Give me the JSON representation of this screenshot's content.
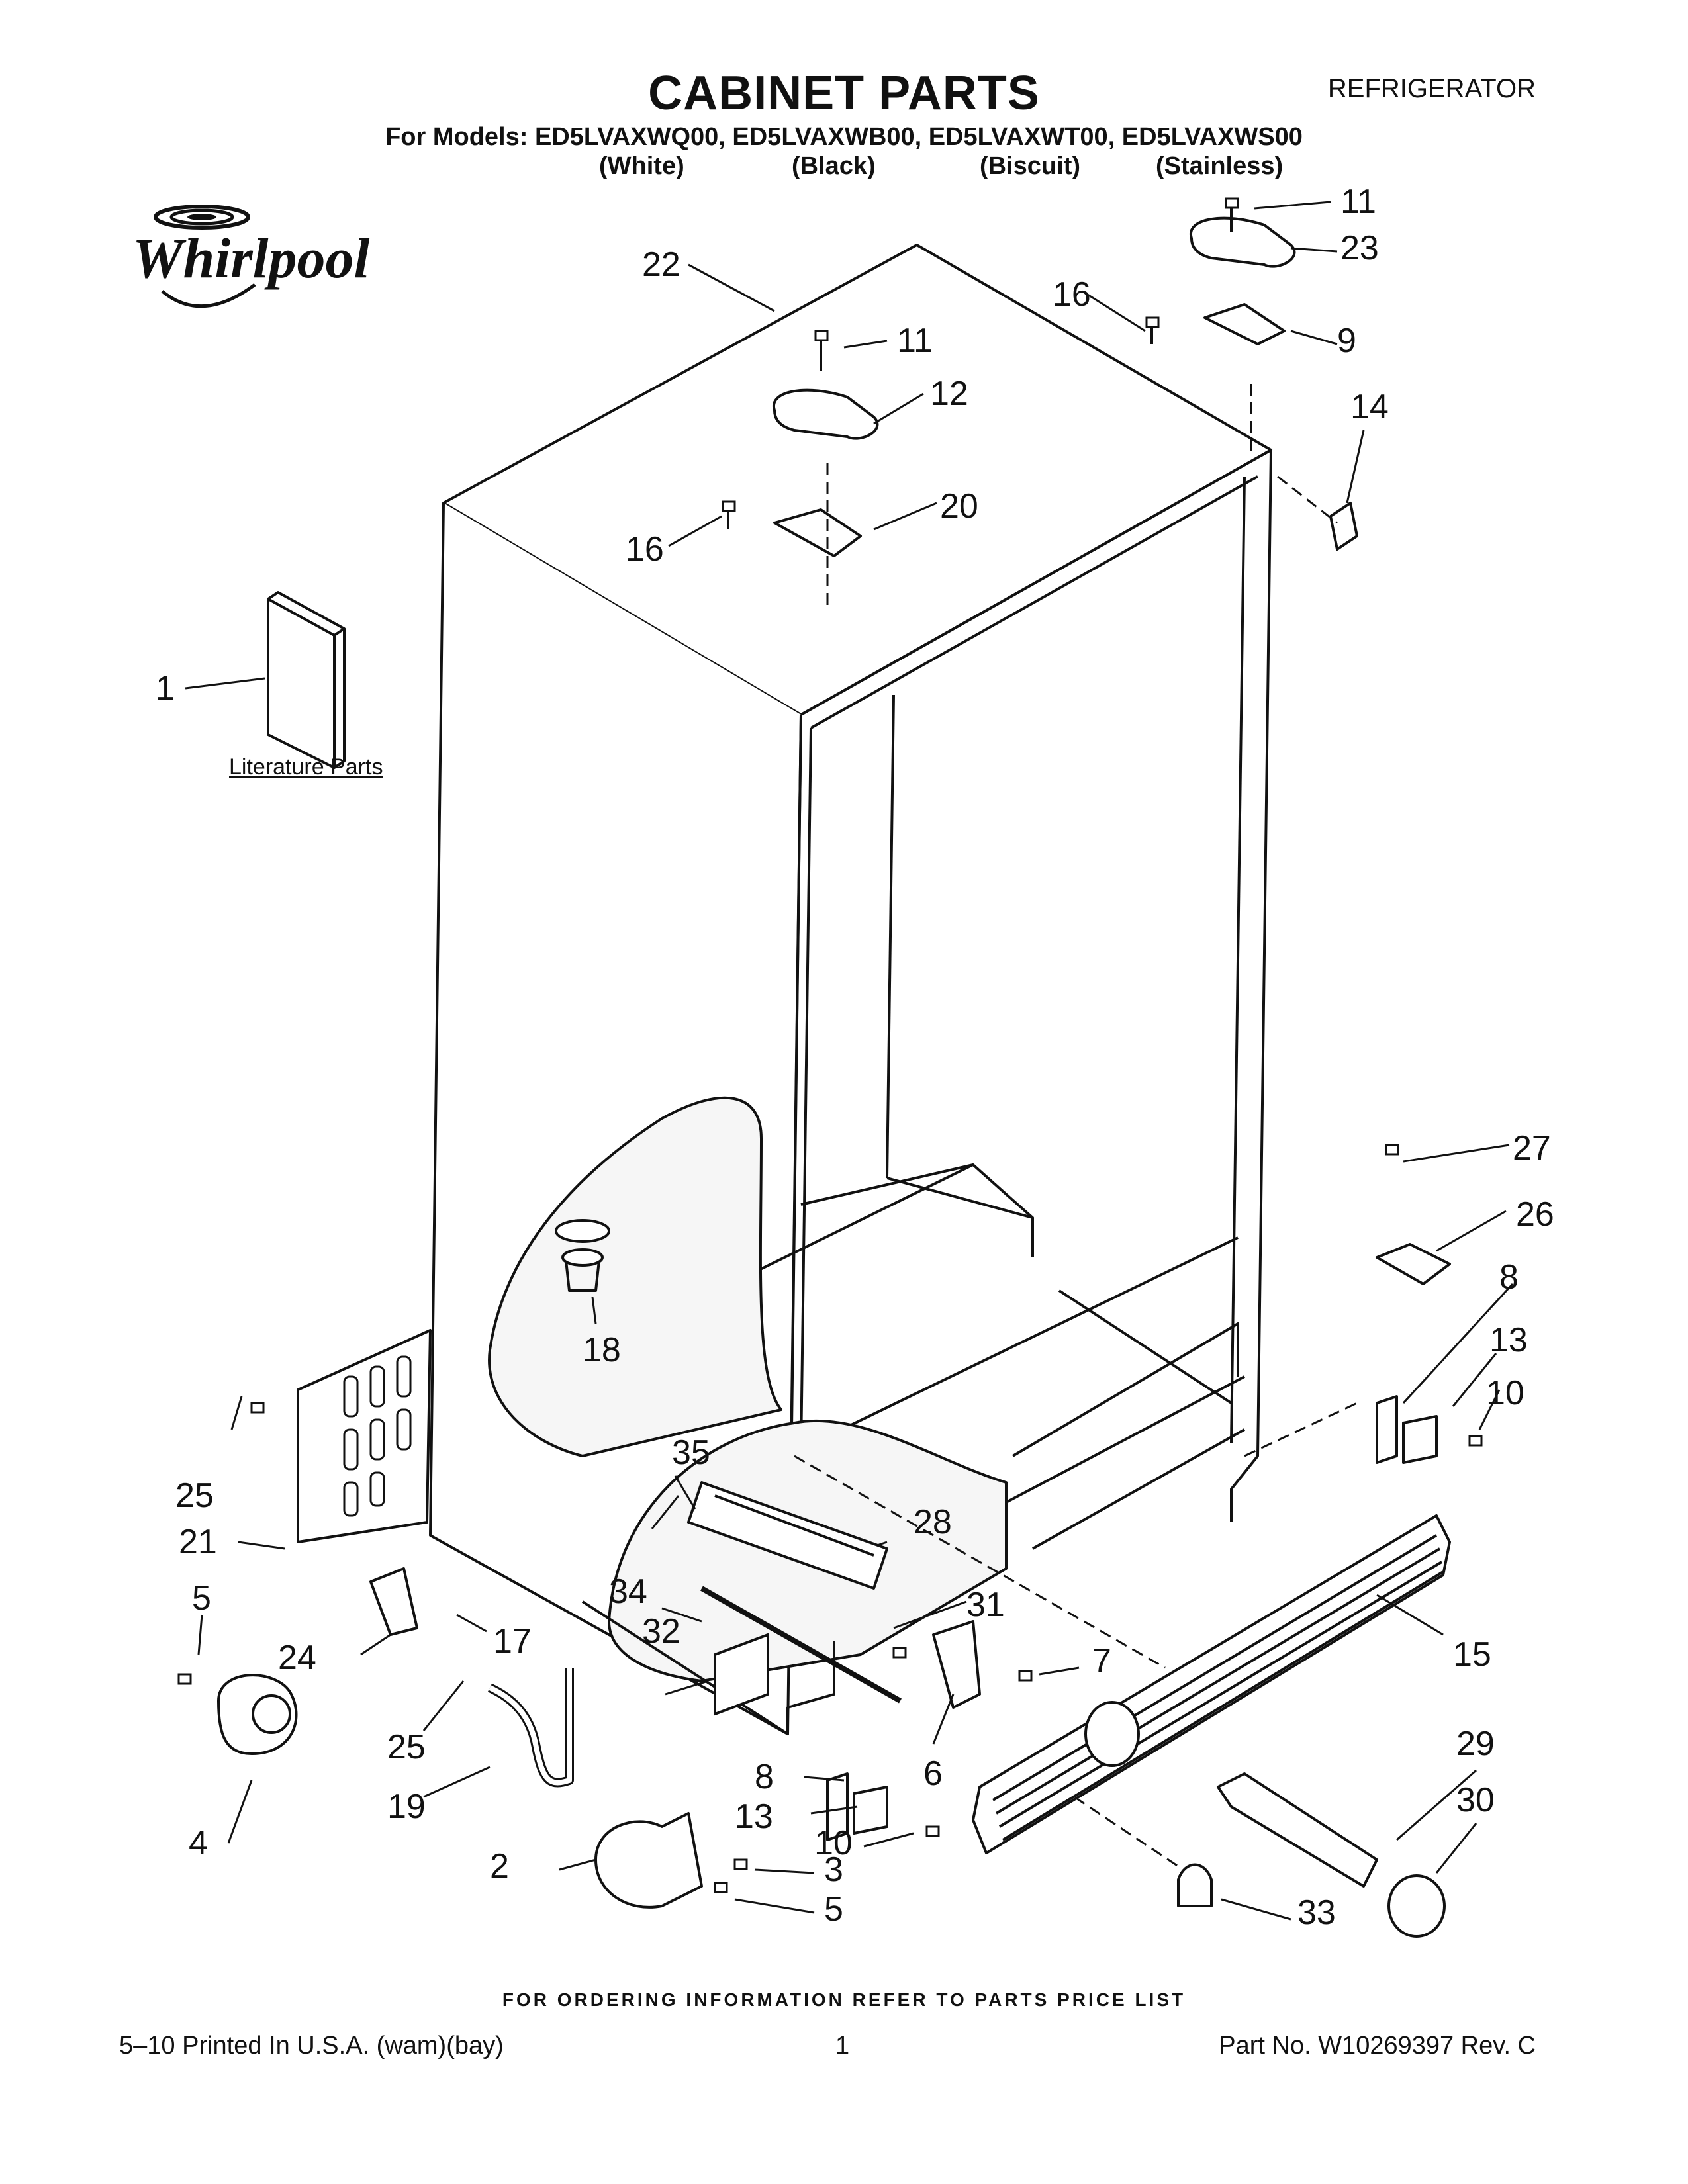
{
  "header": {
    "title": "CABINET PARTS",
    "category": "REFRIGERATOR",
    "models_line": "For Models: ED5LVAXWQ00, ED5LVAXWB00, ED5LVAXWT00, ED5LVAXWS00",
    "colors": [
      "(White)",
      "(Black)",
      "(Biscuit)",
      "(Stainless)"
    ]
  },
  "brand": {
    "name": "Whirlpool"
  },
  "literature_label": "Literature Parts",
  "callouts": [
    {
      "id": "c1",
      "label": "1"
    },
    {
      "id": "c2",
      "label": "2"
    },
    {
      "id": "c3",
      "label": "3"
    },
    {
      "id": "c4",
      "label": "4"
    },
    {
      "id": "c5a",
      "label": "5"
    },
    {
      "id": "c5b",
      "label": "5"
    },
    {
      "id": "c6",
      "label": "6"
    },
    {
      "id": "c7",
      "label": "7"
    },
    {
      "id": "c8a",
      "label": "8"
    },
    {
      "id": "c8b",
      "label": "8"
    },
    {
      "id": "c9",
      "label": "9"
    },
    {
      "id": "c10a",
      "label": "10"
    },
    {
      "id": "c10b",
      "label": "10"
    },
    {
      "id": "c11a",
      "label": "11"
    },
    {
      "id": "c11b",
      "label": "11"
    },
    {
      "id": "c12",
      "label": "12"
    },
    {
      "id": "c13a",
      "label": "13"
    },
    {
      "id": "c13b",
      "label": "13"
    },
    {
      "id": "c14",
      "label": "14"
    },
    {
      "id": "c15",
      "label": "15"
    },
    {
      "id": "c16a",
      "label": "16"
    },
    {
      "id": "c16b",
      "label": "16"
    },
    {
      "id": "c17",
      "label": "17"
    },
    {
      "id": "c18",
      "label": "18"
    },
    {
      "id": "c19",
      "label": "19"
    },
    {
      "id": "c20",
      "label": "20"
    },
    {
      "id": "c21",
      "label": "21"
    },
    {
      "id": "c22",
      "label": "22"
    },
    {
      "id": "c23",
      "label": "23"
    },
    {
      "id": "c24",
      "label": "24"
    },
    {
      "id": "c25a",
      "label": "25"
    },
    {
      "id": "c25b",
      "label": "25"
    },
    {
      "id": "c26",
      "label": "26"
    },
    {
      "id": "c27",
      "label": "27"
    },
    {
      "id": "c28",
      "label": "28"
    },
    {
      "id": "c29",
      "label": "29"
    },
    {
      "id": "c30",
      "label": "30"
    },
    {
      "id": "c31",
      "label": "31"
    },
    {
      "id": "c32",
      "label": "32"
    },
    {
      "id": "c33",
      "label": "33"
    },
    {
      "id": "c34",
      "label": "34"
    },
    {
      "id": "c35",
      "label": "35"
    }
  ],
  "ordering_note": "FOR ORDERING INFORMATION REFER TO PARTS PRICE LIST",
  "footer": {
    "printed": "5–10 Printed In U.S.A. (wam)(bay)",
    "page": "1",
    "part_no": "Part No. W10269397 Rev. C"
  }
}
